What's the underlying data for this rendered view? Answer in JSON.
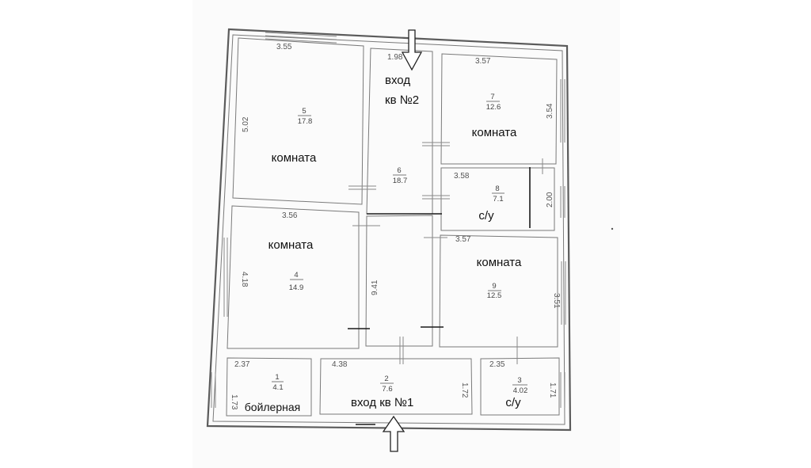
{
  "rooms": [
    {
      "id": "r5",
      "number": "5",
      "area": "17.8",
      "label": "комната"
    },
    {
      "id": "r6",
      "number": "6",
      "area": "18.7",
      "label": ""
    },
    {
      "id": "r7",
      "number": "7",
      "area": "12.6",
      "label": "комната"
    },
    {
      "id": "r8",
      "number": "8",
      "area": "7.1",
      "label": "с/у"
    },
    {
      "id": "r4",
      "number": "4",
      "area": "14.9",
      "label": "комната"
    },
    {
      "id": "r9",
      "number": "9",
      "area": "12.5",
      "label": "комната"
    },
    {
      "id": "r1",
      "number": "1",
      "area": "4.1",
      "label": "бойлерная"
    },
    {
      "id": "r2",
      "number": "2",
      "area": "7.6",
      "label": ""
    },
    {
      "id": "r3",
      "number": "3",
      "area": "4.02",
      "label": "с/у"
    }
  ],
  "entrances": {
    "entrance2_line1": "вход",
    "entrance2_line2": "кв №2",
    "entrance1": "вход кв №1"
  },
  "dimensions": {
    "r5_width": "3.55",
    "r5_height": "5.02",
    "r6_width": "1.98",
    "r7_width": "3.57",
    "r7_height": "3.54",
    "r8_width": "3.58",
    "r8_height": "2.00",
    "r4_width": "3.56",
    "r4_height": "4.18",
    "corridor_length": "9.41",
    "r9_width": "3.57",
    "r9_height": "3.51",
    "r1_width": "2.37",
    "r1_height": "1.73",
    "r2_width": "4.38",
    "r2_height": "1.72",
    "r3_width": "2.35",
    "r3_height": "1.71"
  }
}
